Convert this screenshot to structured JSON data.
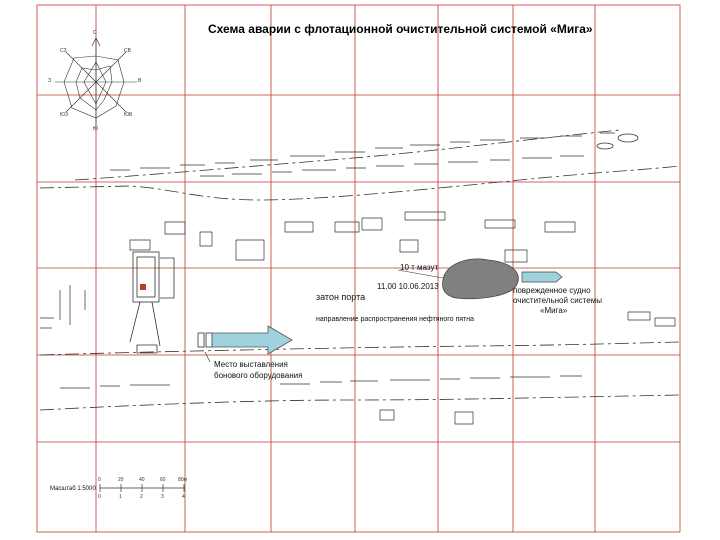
{
  "title": "Схема аварии с флотационной очистительной системой «Мига»",
  "labels": {
    "oil_amount": "10 т мазут",
    "datetime": "11.00 10.06.2013",
    "port_backwater": "затон порта",
    "damaged_vessel_line1": "поврежденное судно",
    "damaged_vessel_line2": "очистительной системы",
    "damaged_vessel_line3": "«Мига»",
    "spread_direction": "направление распространения нефтяного пятна",
    "boom_place_line1": "Место выставления",
    "boom_place_line2": "бонового оборудования"
  },
  "scale": {
    "label": "Масштаб 1:5000",
    "upper_ticks": [
      "0",
      "20",
      "40",
      "60",
      "80м"
    ],
    "lower_ticks": [
      "0",
      "1",
      "2",
      "3",
      "4"
    ]
  },
  "compass": {
    "labels": [
      "С",
      "СВ",
      "В",
      "ЮВ",
      "Ю",
      "ЮЗ",
      "З",
      "СЗ"
    ]
  },
  "colors": {
    "grid": "#c0392b",
    "oil_spill": "#808080",
    "vessel_fill": "#9fd2dd",
    "arrow_fill": "#9fd2dd",
    "ink": "#222222"
  }
}
